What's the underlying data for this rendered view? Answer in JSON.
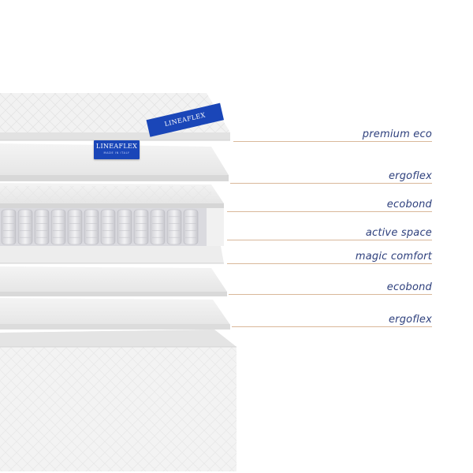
{
  "brand": {
    "label_brand": "LINEAFLEX",
    "label_sub": "MADE IN ITALY",
    "ribbon_brand": "LINEAFLEX"
  },
  "layers": [
    {
      "label": "premium eco"
    },
    {
      "label": "ergoflex"
    },
    {
      "label": "ecobond"
    },
    {
      "label": "active space"
    },
    {
      "label": "magic comfort"
    },
    {
      "label": "ecobond"
    },
    {
      "label": "ergoflex"
    }
  ],
  "colors": {
    "label_text": "#2d3f7c",
    "leader_line": "#d9b89a",
    "brand_blue": "#1a46b8"
  }
}
